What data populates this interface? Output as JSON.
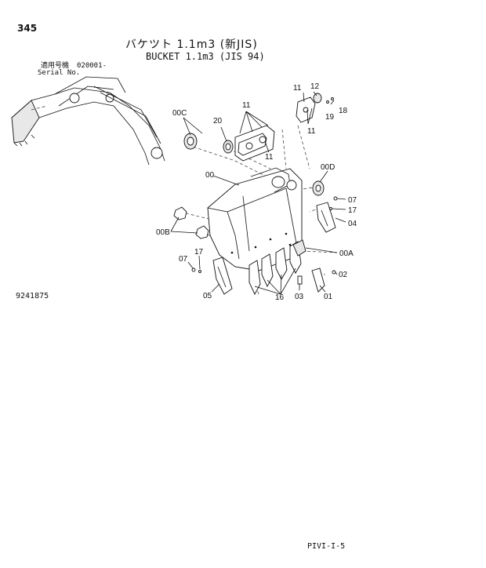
{
  "header": {
    "page_number": "345",
    "title_jp": "バケツト 1.1m3 (新JIS)",
    "title_en": "BUCKET 1.1m3 (JIS 94)",
    "serial_label_jp": "適用号機",
    "serial_value": "020001-",
    "serial_label_en": "Serial No."
  },
  "drawing_number": "9241875",
  "footer_code": "PIVI-I-5",
  "callouts": {
    "c00C": "00C",
    "c20": "20",
    "c11_top": "11",
    "c11_mid": "11",
    "c11_right_a": "11",
    "c11_right_b": "11",
    "c12": "12",
    "c18": "18",
    "c19": "19",
    "c00": "00",
    "c00D": "00D",
    "c07_right": "07",
    "c17_right": "17",
    "c04": "04",
    "c00B": "00B",
    "c07_left": "07",
    "c17_left": "17",
    "c00A": "00A",
    "c02": "02",
    "c05": "05",
    "c16": "16",
    "c03": "03",
    "c01": "01"
  }
}
